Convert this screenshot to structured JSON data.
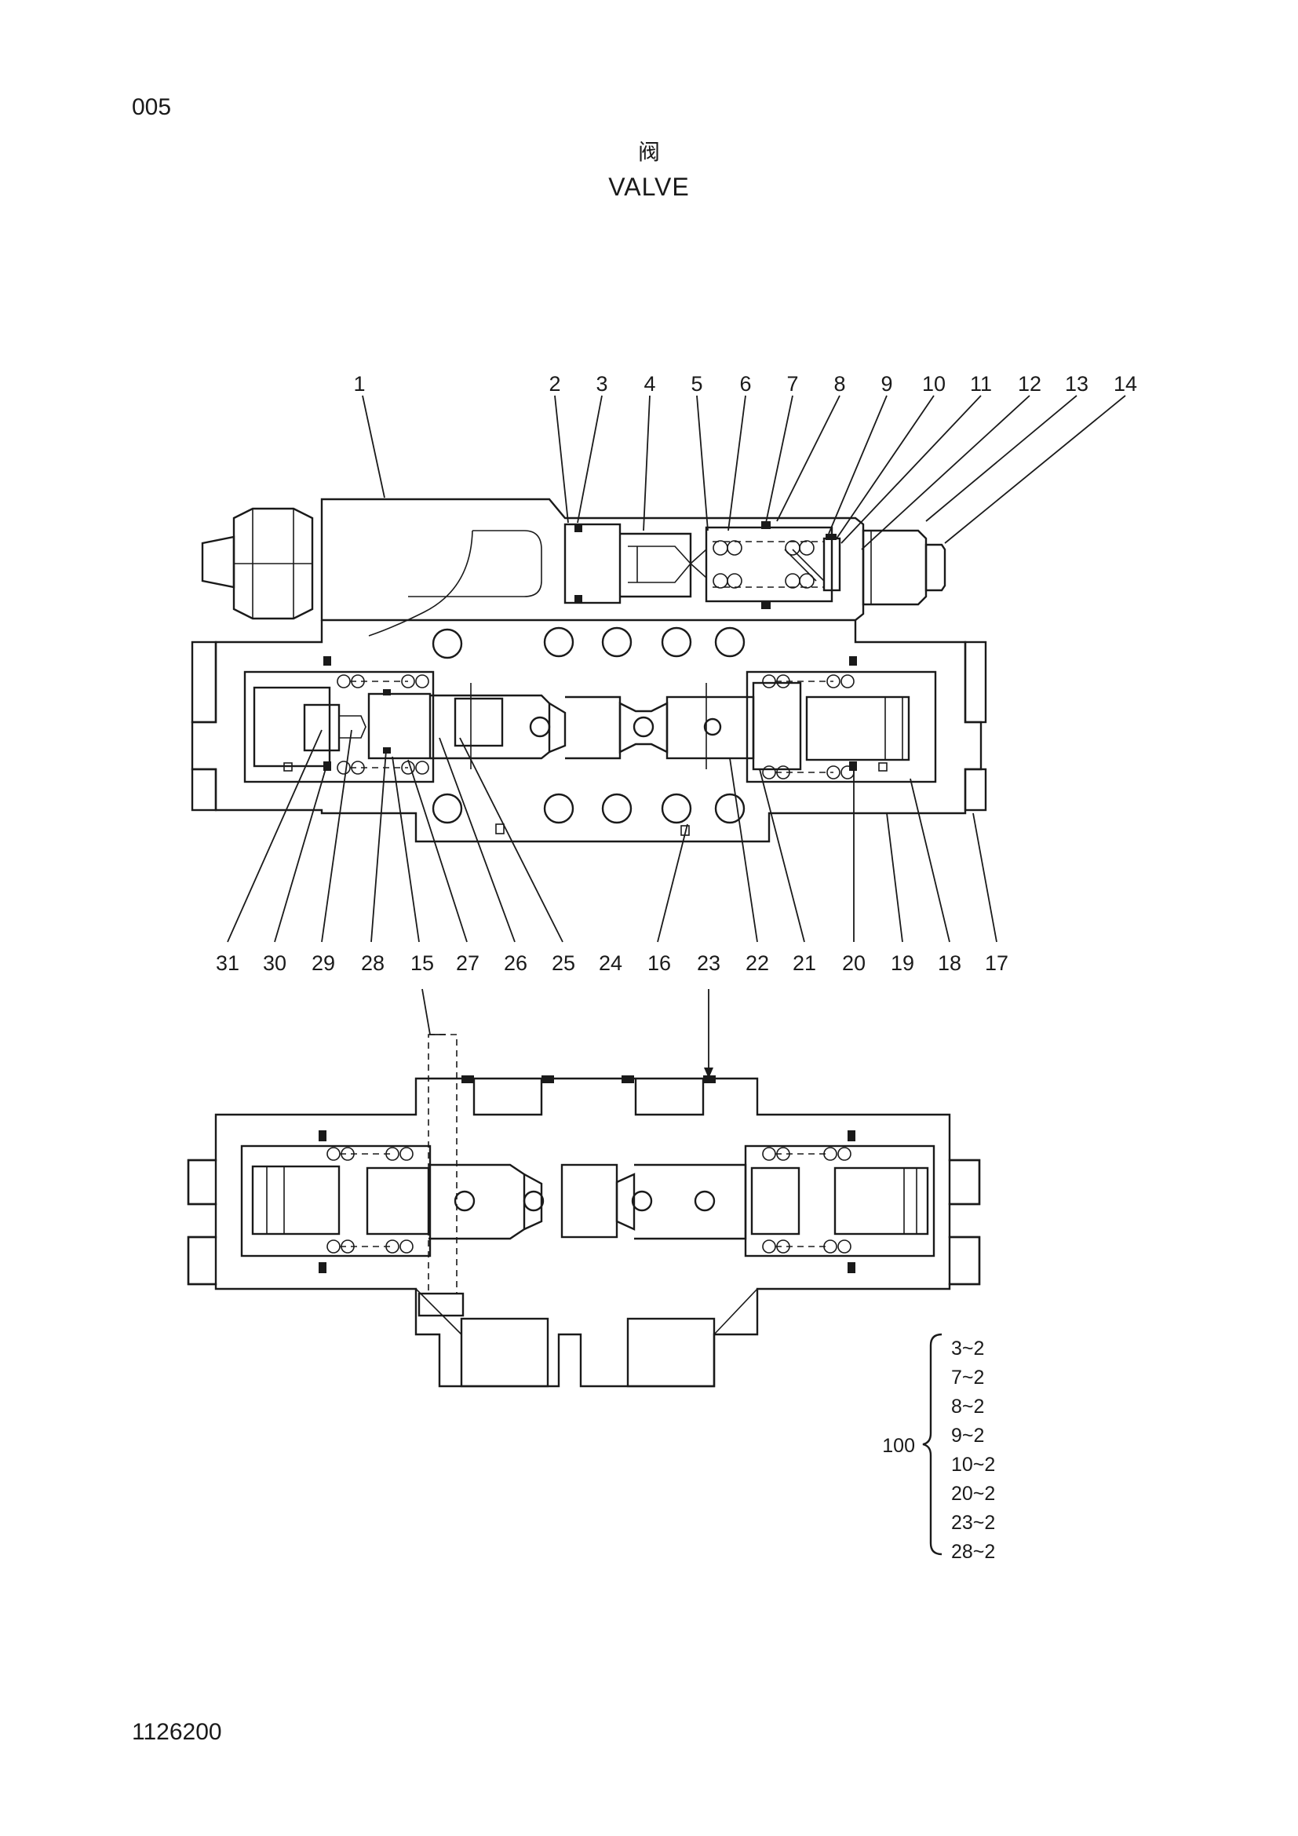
{
  "header": {
    "page_number": "005",
    "title_cn": "阀",
    "title_en": "VALVE"
  },
  "footer": {
    "document_number": "1126200"
  },
  "callouts_top": [
    "1",
    "2",
    "3",
    "4",
    "5",
    "6",
    "7",
    "8",
    "9",
    "10",
    "11",
    "12",
    "13",
    "14"
  ],
  "callouts_bottom": [
    "31",
    "30",
    "29",
    "28",
    "27",
    "26",
    "25",
    "24",
    "16",
    "22",
    "21",
    "20",
    "19",
    "18",
    "17"
  ],
  "callouts_lower_view": [
    "15",
    "23"
  ],
  "repair_kit": {
    "label": "100",
    "items": [
      "3~2",
      "7~2",
      "8~2",
      "9~2",
      "10~2",
      "20~2",
      "23~2",
      "28~2"
    ]
  }
}
